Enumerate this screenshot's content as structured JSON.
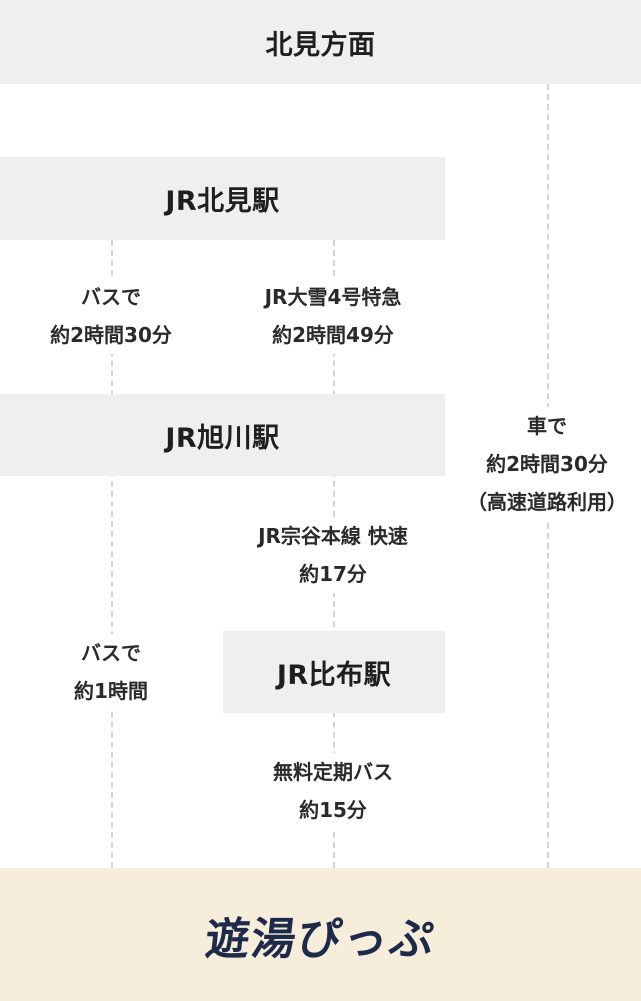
{
  "nodes": {
    "kitami_direction": "北見方面",
    "jr_kitami": "JR北見駅",
    "jr_asahikawa": "JR旭川駅",
    "jr_pippu": "JR比布駅"
  },
  "routes": {
    "kitami_bus": {
      "line1": "バスで",
      "line2": "約2時間30分"
    },
    "kitami_train": {
      "line1": "JR大雪4号特急",
      "line2": "約2時間49分"
    },
    "car": {
      "line1": "車で",
      "line2": "約2時間30分",
      "line3": "（高速道路利用）"
    },
    "soya_rapid": {
      "line1": "JR宗谷本線 快速",
      "line2": "約17分"
    },
    "asahikawa_bus": {
      "line1": "バスで",
      "line2": "約1時間"
    },
    "free_bus": {
      "line1": "無料定期バス",
      "line2": "約15分"
    }
  },
  "destination": {
    "logo_text": "遊湯ぴっぷ"
  },
  "colors": {
    "box": "#efefef",
    "footer": "#f6eedb",
    "logo": "#1e2a4a",
    "dashed_line": "#d4d4d4"
  }
}
